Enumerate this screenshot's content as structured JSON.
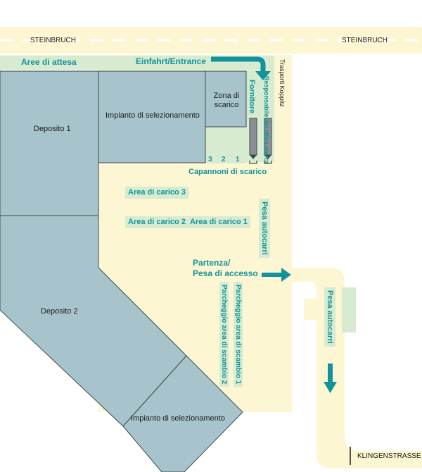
{
  "streets": {
    "top_left": "STEINBRUCH",
    "top_right": "STEINBRUCH",
    "bottom_right": "KLINGENSTRASSE"
  },
  "labels": {
    "waiting_areas": "Aree di attesa",
    "entrance": "Einfahrt/Entrance",
    "transport_company": "Trasporti Koppitz",
    "sorting_plant_top": "Impianto di selezionamento",
    "unloading_zone": "Zona di scarico",
    "supplier": "Fornitore",
    "responsible": "Responsabile del ritiro merci",
    "gate_3": "3",
    "gate_2": "2",
    "gate_1": "1",
    "unloading_sheds": "Capannoni di scarico",
    "loading_area_3": "Area di carico 3",
    "loading_area_2": "Area di carico 2",
    "loading_area_1": "Area di carico 1",
    "forklift_weigh_1": "Pesa autocarri",
    "departure": "Partenza/",
    "access_weigh": "Pesa di accesso",
    "parking_exchange_1": "Parcheggio area di scambio 1",
    "parking_exchange_2": "Parcheggio area di scambio 2",
    "forklift_weigh_2": "Pesa autocarri",
    "warehouse_1": "Deposito 1",
    "warehouse_2": "Deposito 2",
    "sorting_plant_bottom": "Impianto di selezionamento"
  },
  "colors": {
    "road": "#fdf6d2",
    "building": "#a7c4cc",
    "zone": "#d6ebcf",
    "accent": "#12939b"
  }
}
